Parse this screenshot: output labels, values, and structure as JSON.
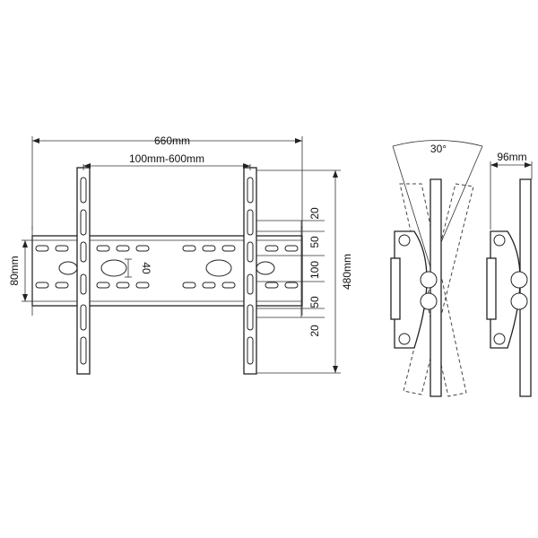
{
  "front_view": {
    "overall_width": "660mm",
    "vesa_width": "100mm-600mm",
    "plate_height": "80mm",
    "slot_pitch": "40",
    "overall_height": "480mm",
    "vertical_steps": [
      "20",
      "50",
      "100",
      "50",
      "20"
    ]
  },
  "side_view": {
    "tilt_angle": "30°",
    "depth": "96mm"
  }
}
